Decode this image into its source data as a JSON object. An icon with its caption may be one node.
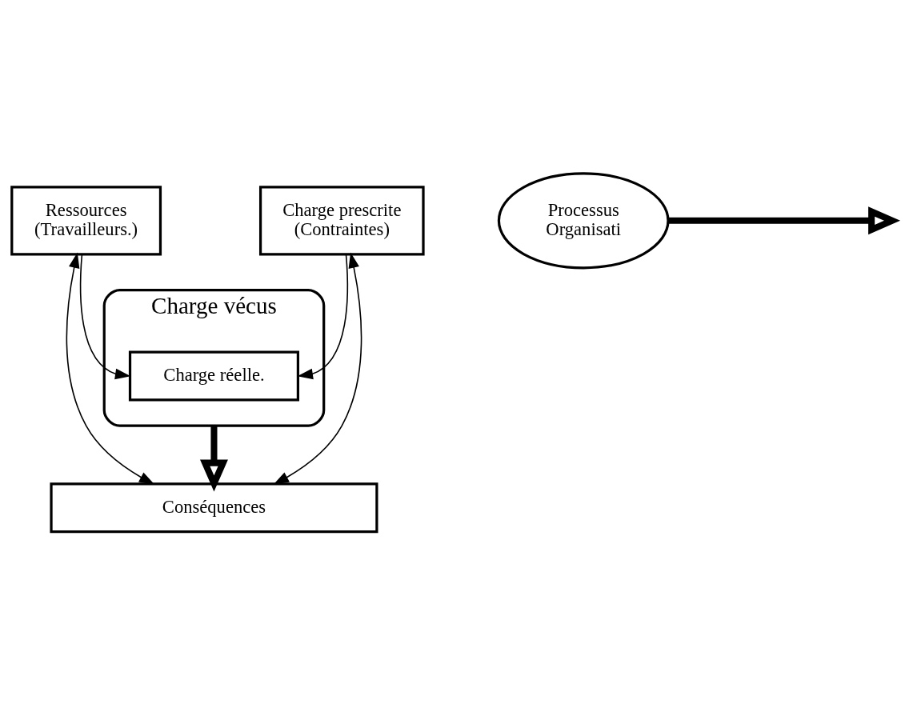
{
  "diagram": {
    "nodes": [
      {
        "text": [
          "Ressources",
          "(Travailleurs.)"
        ]
      },
      {
        "text": [
          "Charge vécus"
        ]
      },
      {
        "text": [
          "Charge réelle."
        ],
        "in": 1
      },
      {
        "text": [
          "Charge prescrite",
          "(Contraintes)"
        ]
      },
      {
        "text": [
          "Conséquences"
        ]
      },
      {
        "text": [
          "Processus",
          "Organisati"
        ]
      }
    ],
    "edges": [
      {
        "from": 0,
        "to": 2,
        "arrow": "to"
      },
      {
        "from": 3,
        "to": 2,
        "arrow": "to"
      },
      {
        "from": 0,
        "to": 4,
        "arrow": "both"
      },
      {
        "from": 3,
        "to": 4,
        "arrow": "both"
      },
      {
        "from": 1,
        "to": 4,
        "arrow": "to",
        "style": "thick"
      },
      {
        "from": 5,
        "to": null,
        "arrow": "to",
        "style": "thick"
      }
    ]
  }
}
